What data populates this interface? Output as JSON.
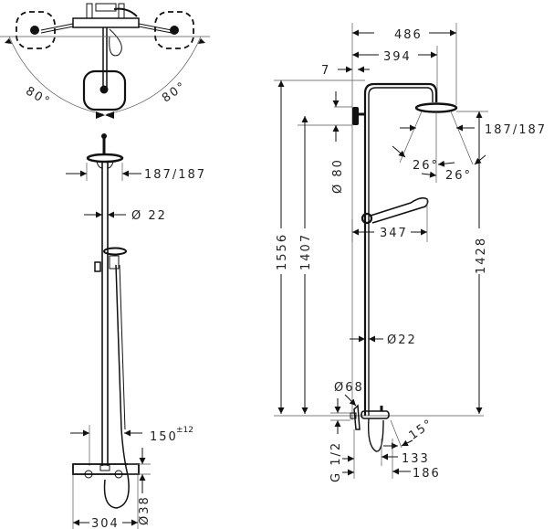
{
  "top_view": {
    "angle_left": "80°",
    "angle_right": "80°"
  },
  "front_view": {
    "head_width": "187/187",
    "pipe_diameter": "Ø 22",
    "hose_offset": "150",
    "hose_offset_tolerance": "±12",
    "mixer_width": "304",
    "mixer_diameter": "Ø38"
  },
  "side_view": {
    "width_total": "486",
    "width_arm": "394",
    "wall_gap": "7",
    "bracket_diameter": "Ø 80",
    "height_total": "1556",
    "height_bracket": "1407",
    "height_head": "1428",
    "head_width": "187/187",
    "spray_angle_1": "26°",
    "spray_angle_2": "26°",
    "handshower_reach": "347",
    "pipe_diameter": "Ø22",
    "escutcheon_diameter": "Ø68",
    "inlet_thread": "G 1/2",
    "spout_angle": "15°",
    "spout_reach_1": "133",
    "spout_reach_2": "186"
  }
}
